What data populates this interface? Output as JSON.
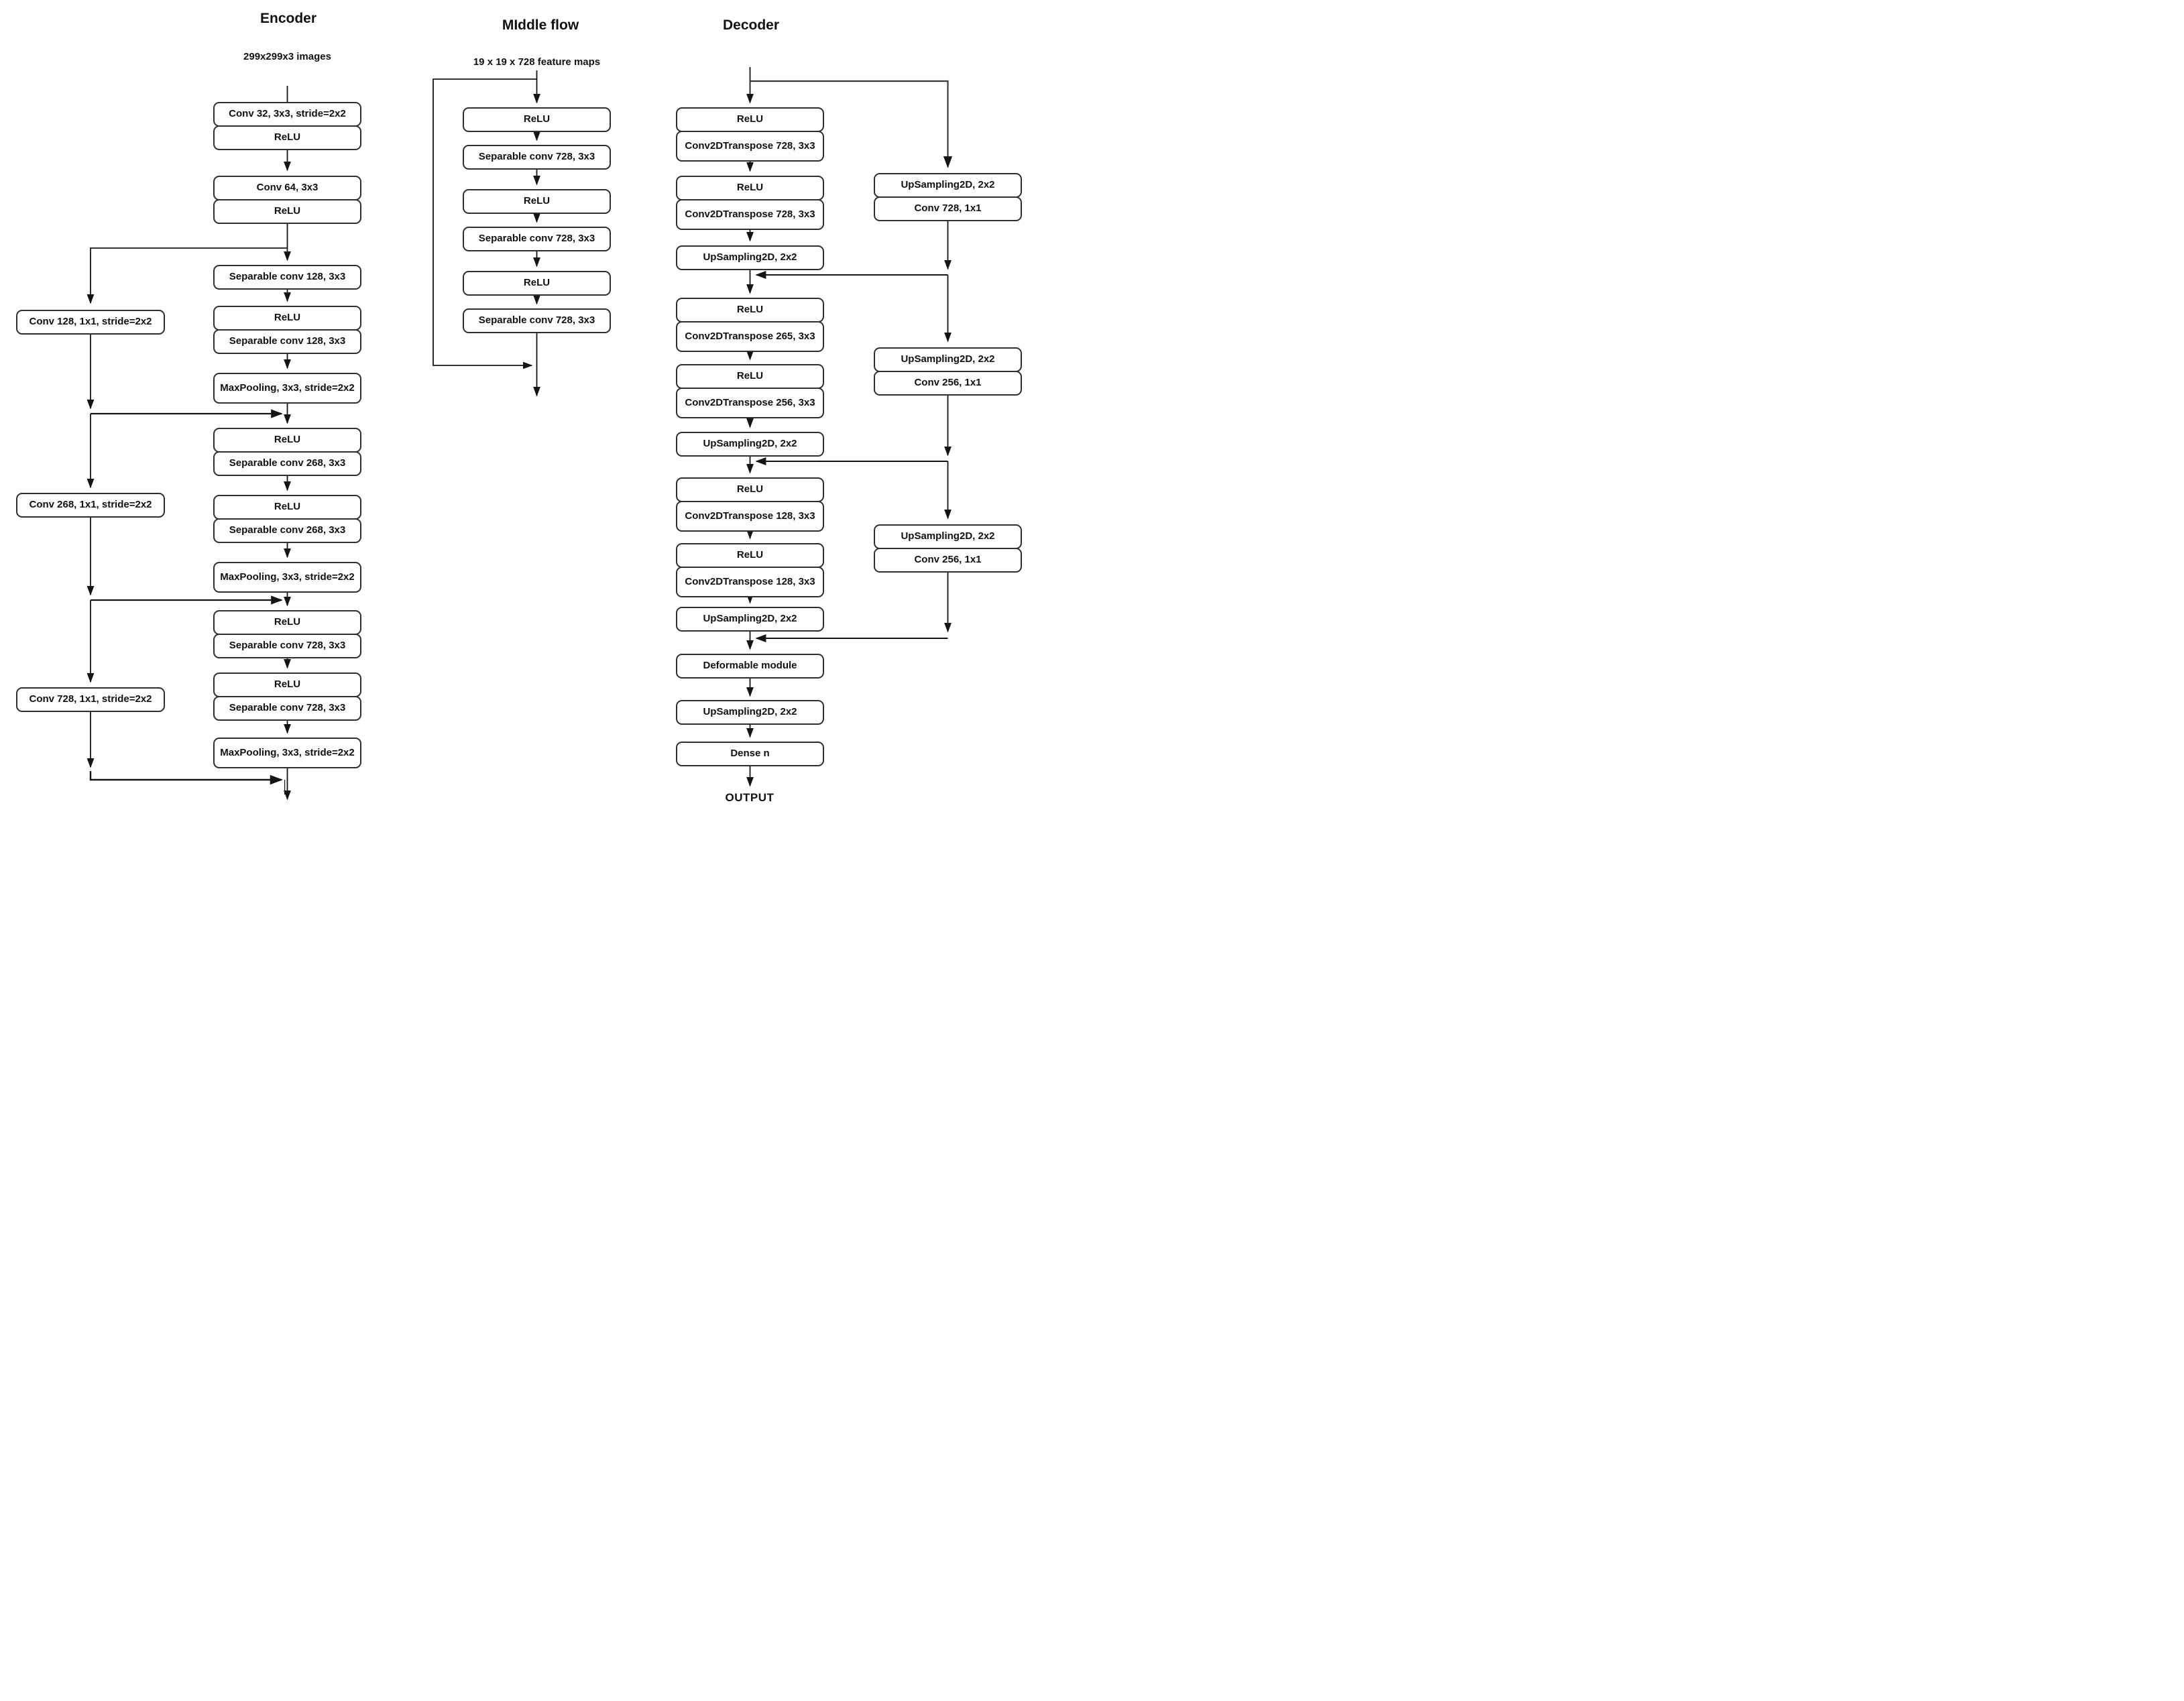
{
  "encoder": {
    "title": "Encoder",
    "input_label": "299x299x3 images",
    "boxes": [
      "Conv 32, 3x3, stride=2x2",
      "ReLU",
      "Conv 64, 3x3",
      "ReLU",
      "Separable conv 128, 3x3",
      "ReLU",
      "Separable conv 128, 3x3",
      "MaxPooling, 3x3, stride=2x2",
      "ReLU",
      "Separable conv 268, 3x3",
      "ReLU",
      "Separable conv 268, 3x3",
      "MaxPooling, 3x3, stride=2x2",
      "ReLU",
      "Separable conv 728, 3x3",
      "ReLU",
      "Separable conv 728, 3x3",
      "MaxPooling, 3x3, stride=2x2"
    ]
  },
  "left_skip": {
    "boxes": [
      "Conv 128, 1x1, stride=2x2",
      "Conv 268, 1x1, stride=2x2",
      "Conv 728, 1x1, stride=2x2"
    ]
  },
  "middle": {
    "title": "MIddle flow",
    "input_label": "19 x 19 x 728 feature maps",
    "boxes": [
      "ReLU",
      "Separable conv 728, 3x3",
      "ReLU",
      "Separable conv 728, 3x3",
      "ReLU",
      "Separable conv 728, 3x3"
    ]
  },
  "decoder": {
    "title": "Decoder",
    "output_label": "OUTPUT",
    "boxes": [
      "ReLU",
      "Conv2DTranspose 728, 3x3",
      "ReLU",
      "Conv2DTranspose 728, 3x3",
      "UpSampling2D, 2x2",
      "ReLU",
      "Conv2DTranspose 265, 3x3",
      "ReLU",
      "Conv2DTranspose 256, 3x3",
      "UpSampling2D, 2x2",
      "ReLU",
      "Conv2DTranspose 128, 3x3",
      "ReLU",
      "Conv2DTranspose 128, 3x3",
      "UpSampling2D, 2x2",
      "Deformable module",
      "UpSampling2D, 2x2",
      "Dense n"
    ]
  },
  "right_skip": {
    "boxes": [
      "UpSampling2D, 2x2",
      "Conv 728, 1x1",
      "UpSampling2D, 2x2",
      "Conv 256, 1x1",
      "UpSampling2D, 2x2",
      "Conv 256, 1x1"
    ]
  }
}
